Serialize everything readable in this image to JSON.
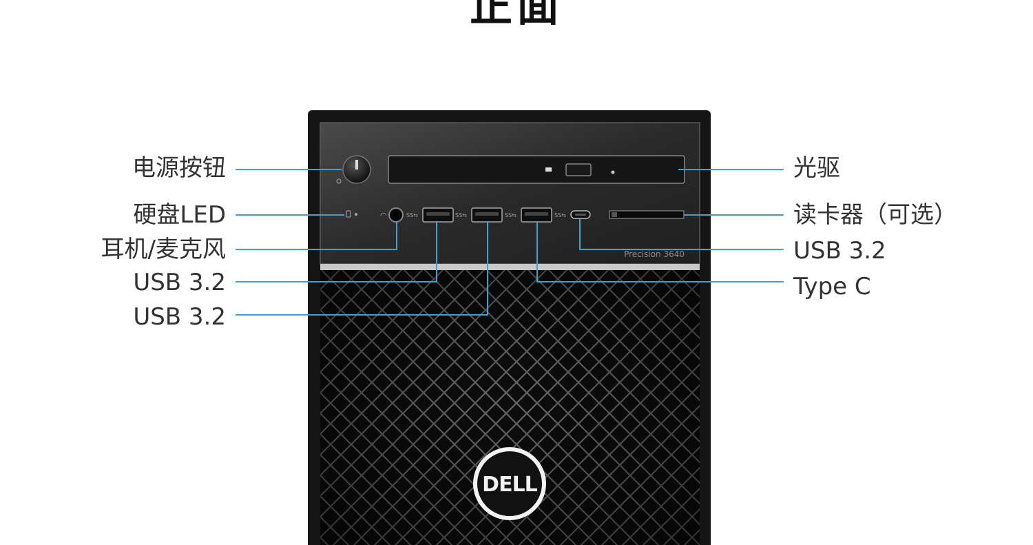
{
  "heading": "正面",
  "product": {
    "model_text": "Precision 3640",
    "brand_logo": "DELL"
  },
  "colors": {
    "leader_line": "#3ba3d0",
    "chassis": "#1c1c1c",
    "label_text": "#333333"
  },
  "callouts_left": [
    {
      "id": "power",
      "label": "电源按钮"
    },
    {
      "id": "hdd-led",
      "label": "硬盘LED"
    },
    {
      "id": "audio",
      "label": "耳机/麦克风"
    },
    {
      "id": "usb-a1",
      "label": "USB 3.2"
    },
    {
      "id": "usb-a2",
      "label": "USB 3.2"
    }
  ],
  "callouts_right": [
    {
      "id": "optical",
      "label": "光驱"
    },
    {
      "id": "card-reader",
      "label": "读卡器（可选）"
    },
    {
      "id": "usb-c-speed",
      "label": "USB 3.2"
    },
    {
      "id": "type-c",
      "label": "Type C"
    }
  ]
}
